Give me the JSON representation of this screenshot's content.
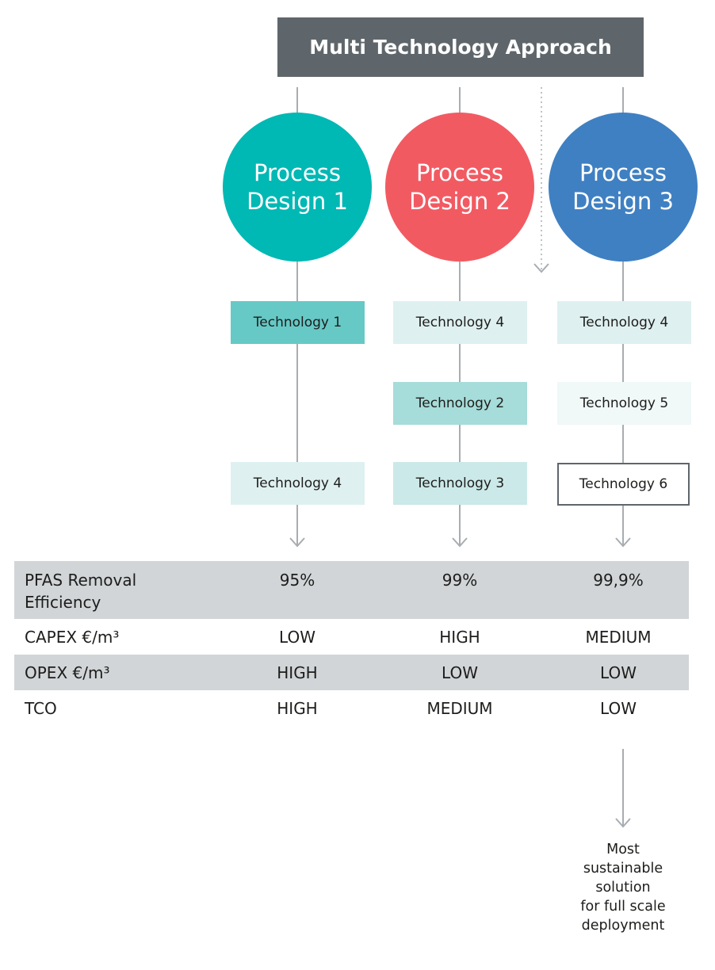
{
  "title": "Multi Technology Approach",
  "designs": [
    {
      "line1": "Process",
      "line2": "Design 1",
      "color": "#00b8b4"
    },
    {
      "line1": "Process",
      "line2": "Design 2",
      "color": "#f25a62"
    },
    {
      "line1": "Process",
      "line2": "Design 3",
      "color": "#3f80c2"
    }
  ],
  "technologies": {
    "d1": [
      "Technology 1",
      "Technology 4"
    ],
    "d2": [
      "Technology 4",
      "Technology 2",
      "Technology 3"
    ],
    "d3": [
      "Technology 4",
      "Technology 5",
      "Technology 6"
    ]
  },
  "table": {
    "rows": [
      {
        "label": "PFAS Removal Efficiency",
        "values": [
          "95%",
          "99%",
          "99,9%"
        ]
      },
      {
        "label": "CAPEX €/m³",
        "values": [
          "LOW",
          "HIGH",
          "MEDIUM"
        ]
      },
      {
        "label": "OPEX €/m³",
        "values": [
          "HIGH",
          "LOW",
          "LOW"
        ]
      },
      {
        "label": "TCO",
        "values": [
          "HIGH",
          "MEDIUM",
          "LOW"
        ]
      }
    ]
  },
  "conclusion": [
    "Most",
    "sustainable",
    "solution",
    "for full scale",
    "deployment"
  ]
}
